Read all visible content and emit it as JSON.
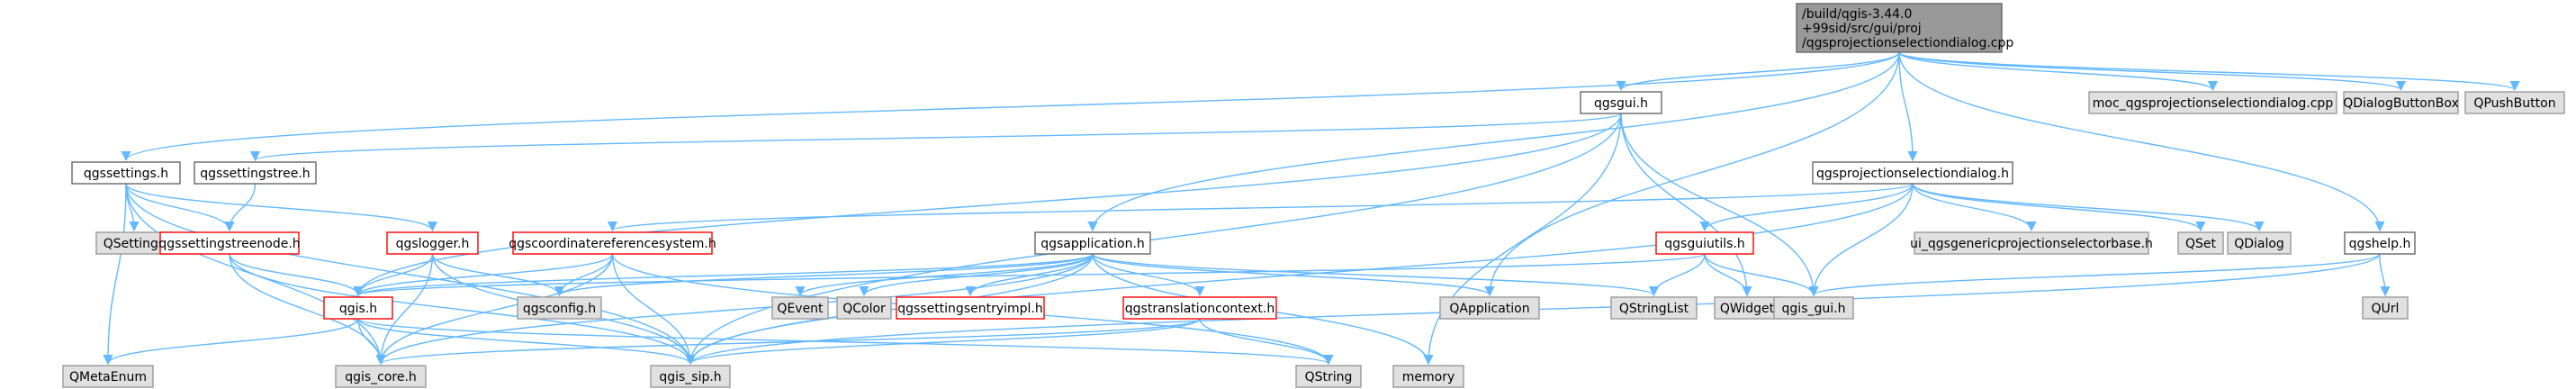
{
  "colors": {
    "edge": "#63b8ff",
    "node_fill": "#ffffff",
    "node_border": "#666666",
    "grey_fill": "#e0e0e0",
    "grey_border": "#999999",
    "red_border": "#ff0000",
    "root_fill": "#999999",
    "root_border": "#666666"
  },
  "nodes": [
    {
      "id": "root",
      "lines": [
        "/build/qgis-3.44.0",
        "+99sid/src/gui/proj",
        "/qgsprojectionselectiondialog.cpp"
      ],
      "style": "root"
    },
    {
      "id": "qgsgui_h",
      "lines": [
        "qgsgui.h"
      ],
      "style": "normal"
    },
    {
      "id": "moc",
      "lines": [
        "moc_qgsprojectionselectiondialog.cpp"
      ],
      "style": "grey"
    },
    {
      "id": "qdialogbuttonbox",
      "lines": [
        "QDialogButtonBox"
      ],
      "style": "grey"
    },
    {
      "id": "qpushbutton",
      "lines": [
        "QPushButton"
      ],
      "style": "grey"
    },
    {
      "id": "qgssettings_h",
      "lines": [
        "qgssettings.h"
      ],
      "style": "normal"
    },
    {
      "id": "qgssettingstree",
      "lines": [
        "qgssettingstree.h"
      ],
      "style": "normal"
    },
    {
      "id": "qgsprojsel_h",
      "lines": [
        "qgsprojectionselectiondialog.h"
      ],
      "style": "normal"
    },
    {
      "id": "qgssettings_grey",
      "lines": [
        "QSettings"
      ],
      "style": "grey"
    },
    {
      "id": "qgssettingstreenode",
      "lines": [
        "qgssettingstreenode.h"
      ],
      "style": "red"
    },
    {
      "id": "qgslogger",
      "lines": [
        "qgslogger.h"
      ],
      "style": "red"
    },
    {
      "id": "qgscrs",
      "lines": [
        "qgscoordinatereferencesystem.h"
      ],
      "style": "red"
    },
    {
      "id": "qgsapplication",
      "lines": [
        "qgsapplication.h"
      ],
      "style": "normal"
    },
    {
      "id": "qgsguiutils",
      "lines": [
        "qgsguiutils.h"
      ],
      "style": "red"
    },
    {
      "id": "ui_generic",
      "lines": [
        "ui_qgsgenericprojectionselectorbase.h"
      ],
      "style": "grey"
    },
    {
      "id": "qset",
      "lines": [
        "QSet"
      ],
      "style": "grey"
    },
    {
      "id": "qdialog",
      "lines": [
        "QDialog"
      ],
      "style": "grey"
    },
    {
      "id": "qgshelp",
      "lines": [
        "qgshelp.h"
      ],
      "style": "normal"
    },
    {
      "id": "qgis_h",
      "lines": [
        "qgis.h"
      ],
      "style": "red"
    },
    {
      "id": "qgsconfig",
      "lines": [
        "qgsconfig.h"
      ],
      "style": "grey"
    },
    {
      "id": "qevent",
      "lines": [
        "QEvent"
      ],
      "style": "grey"
    },
    {
      "id": "qcolor",
      "lines": [
        "QColor"
      ],
      "style": "grey"
    },
    {
      "id": "qgssettingsentryimpl",
      "lines": [
        "qgssettingsentryimpl.h"
      ],
      "style": "red"
    },
    {
      "id": "qgstranslationcontext",
      "lines": [
        "qgstranslationcontext.h"
      ],
      "style": "red"
    },
    {
      "id": "qapplication",
      "lines": [
        "QApplication"
      ],
      "style": "grey"
    },
    {
      "id": "qstringlist",
      "lines": [
        "QStringList"
      ],
      "style": "grey"
    },
    {
      "id": "qwidget",
      "lines": [
        "QWidget"
      ],
      "style": "grey"
    },
    {
      "id": "qgis_gui",
      "lines": [
        "qgis_gui.h"
      ],
      "style": "grey"
    },
    {
      "id": "qurl",
      "lines": [
        "QUrl"
      ],
      "style": "grey"
    },
    {
      "id": "qmetaenum",
      "lines": [
        "QMetaEnum"
      ],
      "style": "grey"
    },
    {
      "id": "qgis_core",
      "lines": [
        "qgis_core.h"
      ],
      "style": "grey"
    },
    {
      "id": "qgis_sip",
      "lines": [
        "qgis_sip.h"
      ],
      "style": "grey"
    },
    {
      "id": "qstring",
      "lines": [
        "QString"
      ],
      "style": "grey"
    },
    {
      "id": "memory",
      "lines": [
        "memory"
      ],
      "style": "grey"
    }
  ],
  "edges": [
    [
      "root",
      "qgsgui_h"
    ],
    [
      "root",
      "moc"
    ],
    [
      "root",
      "qdialogbuttonbox"
    ],
    [
      "root",
      "qpushbutton"
    ],
    [
      "root",
      "qgssettings_h"
    ],
    [
      "root",
      "qgsprojsel_h"
    ],
    [
      "root",
      "qgsapplication"
    ],
    [
      "root",
      "qapplication"
    ],
    [
      "root",
      "qgshelp"
    ],
    [
      "qgsgui_h",
      "qgssettingstree"
    ],
    [
      "qgsgui_h",
      "qgis_h"
    ],
    [
      "qgsgui_h",
      "qwidget"
    ],
    [
      "qgsgui_h",
      "qgis_gui"
    ],
    [
      "qgsgui_h",
      "qgis_sip"
    ],
    [
      "qgsgui_h",
      "memory"
    ],
    [
      "qgssettings_h",
      "qgssettings_grey"
    ],
    [
      "qgssettings_h",
      "qgssettingstreenode"
    ],
    [
      "qgssettings_h",
      "qgslogger"
    ],
    [
      "qgssettings_h",
      "qmetaenum"
    ],
    [
      "qgssettings_h",
      "qgis_core"
    ],
    [
      "qgssettings_h",
      "qgis_sip"
    ],
    [
      "qgssettingstree",
      "qgssettingstreenode"
    ],
    [
      "qgssettingstreenode",
      "qgis_h"
    ],
    [
      "qgssettingstreenode",
      "qgis_core"
    ],
    [
      "qgssettingstreenode",
      "qgis_sip"
    ],
    [
      "qgslogger",
      "qgis_h"
    ],
    [
      "qgslogger",
      "qgsconfig"
    ],
    [
      "qgslogger",
      "qgis_core"
    ],
    [
      "qgslogger",
      "qgis_sip"
    ],
    [
      "qgsprojsel_h",
      "qgscrs"
    ],
    [
      "qgsprojsel_h",
      "qgsguiutils"
    ],
    [
      "qgsprojsel_h",
      "ui_generic"
    ],
    [
      "qgsprojsel_h",
      "qset"
    ],
    [
      "qgsprojsel_h",
      "qdialog"
    ],
    [
      "qgsprojsel_h",
      "qgis_gui"
    ],
    [
      "qgsprojsel_h",
      "qgis_sip"
    ],
    [
      "qgscrs",
      "qgis_h"
    ],
    [
      "qgscrs",
      "qgsconfig"
    ],
    [
      "qgscrs",
      "qgis_core"
    ],
    [
      "qgscrs",
      "qgis_sip"
    ],
    [
      "qgscrs",
      "qstring"
    ],
    [
      "qgsapplication",
      "qgis_h"
    ],
    [
      "qgsapplication",
      "qgsconfig"
    ],
    [
      "qgsapplication",
      "qevent"
    ],
    [
      "qgsapplication",
      "qcolor"
    ],
    [
      "qgsapplication",
      "qgssettingsentryimpl"
    ],
    [
      "qgsapplication",
      "qgstranslationcontext"
    ],
    [
      "qgsapplication",
      "qapplication"
    ],
    [
      "qgsapplication",
      "qstringlist"
    ],
    [
      "qgsapplication",
      "qgis_core"
    ],
    [
      "qgsapplication",
      "qgis_sip"
    ],
    [
      "qgsapplication",
      "memory"
    ],
    [
      "qgsguiutils",
      "qgis_h"
    ],
    [
      "qgsguiutils",
      "qstringlist"
    ],
    [
      "qgsguiutils",
      "qwidget"
    ],
    [
      "qgsguiutils",
      "qgis_gui"
    ],
    [
      "qgshelp",
      "qgis_gui"
    ],
    [
      "qgshelp",
      "qurl"
    ],
    [
      "qgshelp",
      "qgis_sip"
    ],
    [
      "qgis_h",
      "qmetaenum"
    ],
    [
      "qgis_h",
      "qgis_core"
    ],
    [
      "qgis_h",
      "qgis_sip"
    ],
    [
      "qgis_h",
      "qstring"
    ],
    [
      "qgstranslationcontext",
      "qgis_core"
    ],
    [
      "qgstranslationcontext",
      "qstring"
    ],
    [
      "qgstranslationcontext",
      "qgis_sip"
    ]
  ]
}
